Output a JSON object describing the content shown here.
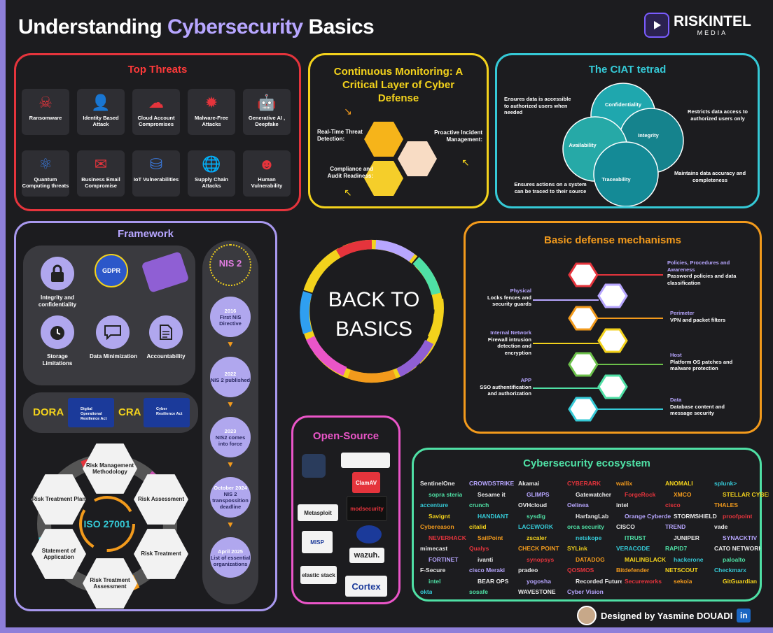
{
  "header": {
    "title_pre": "Understanding ",
    "title_accent": "Cybersecurity",
    "title_post": " Basics",
    "brand": "RISKINTEL",
    "brand_sub": "MEDIA"
  },
  "top_threats": {
    "title": "Top Threats",
    "items": [
      "Ransomware",
      "Identity Based Attack",
      "Cloud Account Compromises",
      "Malware-Free Attacks",
      "Generative AI , Deepfake",
      "Quantum Computing threats",
      "Business Email Compromise",
      "IoT Vulnerabilities",
      "Supply Chain Attacks",
      "Human Vulnerability"
    ]
  },
  "monitoring": {
    "title": "Continuous Monitoring: A Critical Layer of Cyber Defense",
    "items": [
      "Real-Time Threat Detection:",
      "Proactive Incident Management:",
      "Compliance and Audit Readiness:"
    ]
  },
  "ciat": {
    "title": "The CIAT tetrad",
    "circles": [
      "Confidentiality",
      "Integrity",
      "Availability",
      "Traceability"
    ],
    "notes": [
      "Ensures data is accessible to authorized users when needed",
      "Restricts data access to authorized users only",
      "Maintains data accuracy and completeness",
      "Ensures actions on a system can be traced to their source"
    ]
  },
  "framework": {
    "title": "Framework",
    "principles": [
      "Integrity and confidentiality",
      "GDPR",
      "Storage Limitations",
      "Data Minimization",
      "Accountability"
    ],
    "gdpr_badge": "GDPR",
    "dora": "DORA",
    "dora_card": "Digital Operational Resilience Act",
    "cra": "CRA",
    "cra_card": "Cyber Resilience Act",
    "nis_title": "NIS 2",
    "nis_steps": [
      {
        "y": "2016",
        "t": "First NIS Directive"
      },
      {
        "y": "2022",
        "t": "NIS 2 published"
      },
      {
        "y": "2023",
        "t": "NIS2 comes into force"
      },
      {
        "y": "October 2024",
        "t": "NIS 2 transpossition deadline"
      },
      {
        "y": "April 2025",
        "t": "List of essential organizations"
      }
    ],
    "iso_title": "ISO 27001",
    "iso_nodes": [
      "Risk Management Methodology",
      "Risk Assessment",
      "Risk Treatment",
      "Risk Treatment Assessment",
      "Statement of Application",
      "Risk Treatment Plan"
    ]
  },
  "center": {
    "line1": "BACK TO",
    "line2": "BASICS"
  },
  "defense": {
    "title": "Basic defense mechanisms",
    "left": [
      {
        "h": "Physical",
        "t": "Locks fences and security guards"
      },
      {
        "h": "Internal Network",
        "t": "Firewall intrusion detection and encryption"
      },
      {
        "h": "APP",
        "t": "SSO authentification and authorization"
      }
    ],
    "right": [
      {
        "h": "Policies, Procedures and Awareness",
        "t": "Password policies and data classification"
      },
      {
        "h": "Perimeter",
        "t": "VPN and packet filters"
      },
      {
        "h": "Host",
        "t": "Platform OS patches and malware protection"
      },
      {
        "h": "Data",
        "t": "Database content and message security"
      }
    ]
  },
  "opensource": {
    "title": "Open-Source",
    "tools": [
      "Metasploit",
      "MISP",
      "elastic stack",
      "ClamAV",
      "modsecurity",
      "wazuh.",
      "Cortex"
    ]
  },
  "ecosystem": {
    "title": "Cybersecurity ecosystem",
    "logos": [
      "SentinelOne",
      "CROWDSTRIKE",
      "Akamai",
      "CYBERARK",
      "wallix",
      "ANOMALI",
      "splunk>",
      "sopra steria",
      "Sesame it",
      "GLIMPS",
      "Gatewatcher",
      "ForgeRock",
      "XMCO",
      "STELLAR CYBER",
      "accenture",
      "crunch",
      "OVHcloud",
      "Oelinea",
      "intel",
      "cisco",
      "THALES",
      "Savignt",
      "HANDIANT",
      "sysdig",
      "HarfangLab",
      "Orange Cyberdefense",
      "STORMSHIELD",
      "proofpoint",
      "Cybereason",
      "citalid",
      "LACEWORK",
      "orca security",
      "CISCO",
      "TREND",
      "vade",
      "NEVERHACK",
      "SailPoint",
      "zscaler",
      "netskope",
      "ITRUST",
      "JUNIPER",
      "SYNACKTIV",
      "mimecast",
      "Qualys",
      "CHECK POINT",
      "SYLink",
      "VERACODE",
      "RAPID7",
      "CATO NETWORKS",
      "FORTINET",
      "ivanti",
      "synopsys",
      "DATADOG",
      "MAILINBLACK",
      "hackerone",
      "paloalto",
      "F-Secure",
      "cisco Meraki",
      "pradeo",
      "QOSMOS",
      "Bitdefender",
      "NETSCOUT",
      "Checkmarx",
      "intel",
      "BEAR OPS",
      "yogosha",
      "Recorded Future",
      "Secureworks",
      "sekoia",
      "GitGuardian",
      "okta",
      "sosafe",
      "WAVESTONE",
      "Cyber Vision"
    ]
  },
  "credit": {
    "text": "Designed by Yasmine DOUADI",
    "li": "in"
  }
}
